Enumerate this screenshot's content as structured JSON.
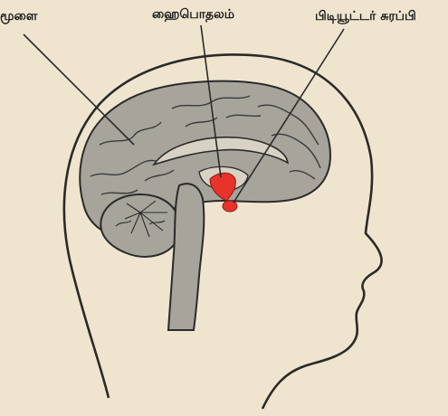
{
  "labels": {
    "brain": "மூளை",
    "hypothalamus": "ஹைபொதலம்",
    "pituitary": "பிடியூட்டர் சுரப்பி"
  },
  "colors": {
    "background": "#efe5cf",
    "brain_fill": "#a7a49c",
    "outline": "#2a2a2a",
    "highlight": "#e8332a"
  }
}
